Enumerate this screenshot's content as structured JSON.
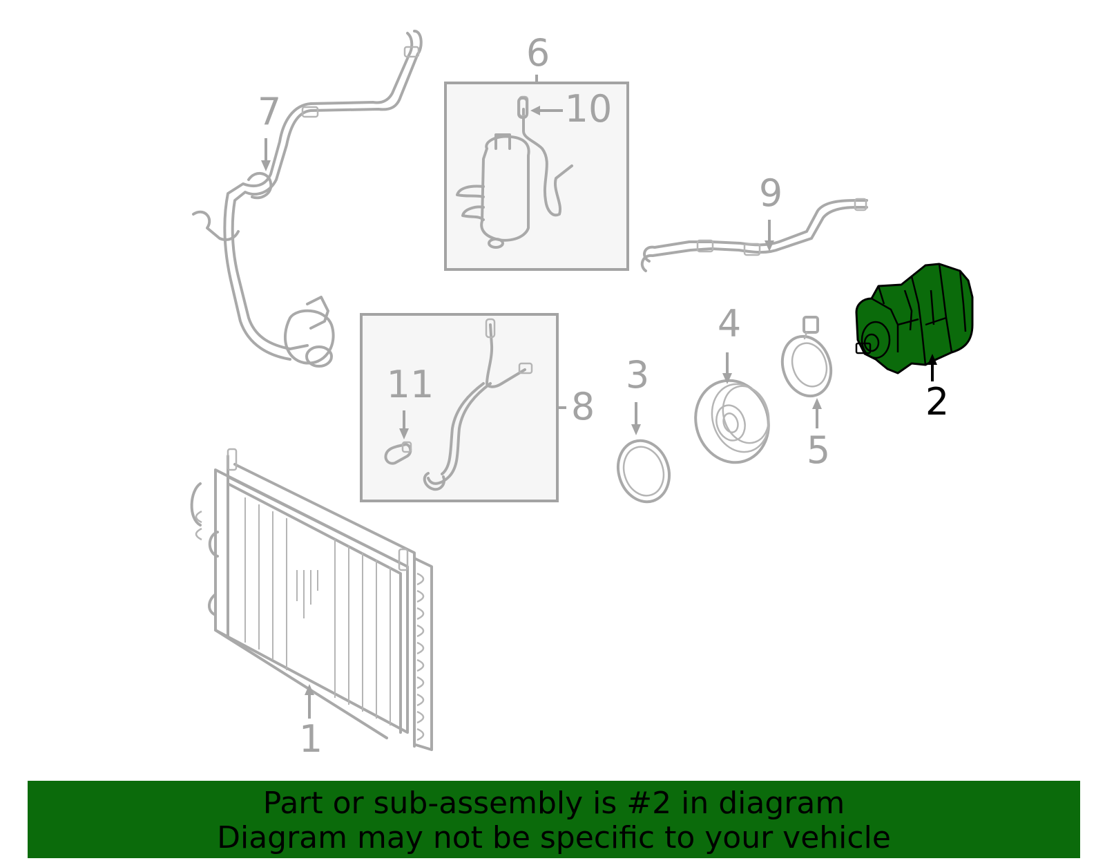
{
  "callouts": [
    "1",
    "2",
    "3",
    "4",
    "5",
    "6",
    "7",
    "8",
    "9",
    "10",
    "11"
  ],
  "highlight_color": "#0b6b0b",
  "banner": {
    "line1": "Part or sub-assembly is #2 in diagram",
    "line2": "Diagram may not be specific to your vehicle",
    "background": "#0b6b0b"
  }
}
